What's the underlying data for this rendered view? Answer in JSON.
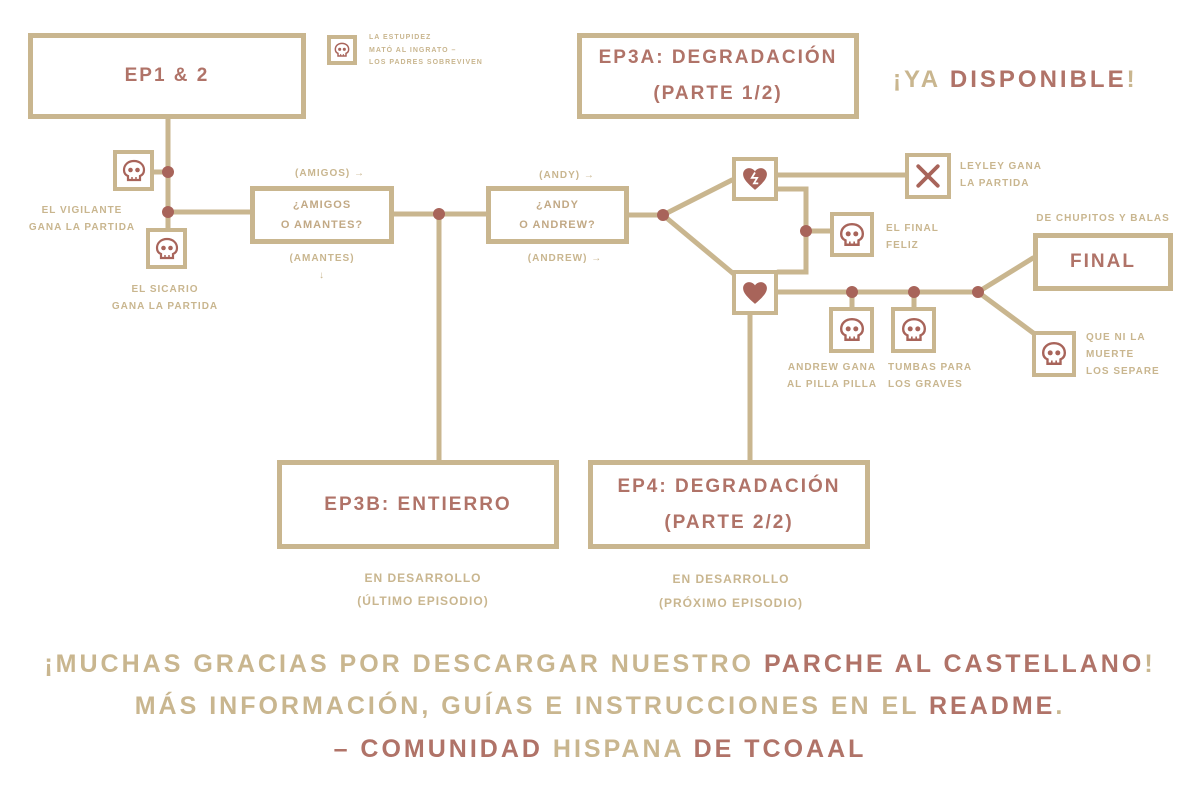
{
  "colors": {
    "line": "#c9b68f",
    "accent": "#b07368",
    "dot": "#a8645a"
  },
  "boxes": {
    "ep12": "EP1 & 2",
    "ep3a_1": "EP3A: Degradación",
    "ep3a_2": "(Parte 1/2)",
    "amigos_1": "¿Amigos",
    "amigos_2": "o amantes?",
    "andy_1": "¿Andy",
    "andy_2": "o Andrew?",
    "final": "Final",
    "ep3b": "EP3B: Entierro",
    "ep4_1": "EP4: Degradación",
    "ep4_2": "(Parte 2/2)"
  },
  "available": {
    "pre": "¡Ya ",
    "word": "Disponible",
    "post": "!"
  },
  "labels": {
    "stupidity": [
      "La estupidez",
      "mató al ingrato –",
      "los padres sobreviven"
    ],
    "vigilante": [
      "El vigilante",
      "gana la partida"
    ],
    "sicario": [
      "El sicario",
      "gana la partida"
    ],
    "amigos_arrow": "(Amigos) →",
    "amantes_arrow": [
      "(Amantes)",
      "↓"
    ],
    "andy_arrow": "(Andy) →",
    "andrew_arrow": "(Andrew) →",
    "leyley": [
      "Leyley gana",
      "la partida"
    ],
    "final_feliz": [
      "El final",
      "feliz"
    ],
    "pilla": [
      "Andrew gana",
      "al pilla pilla"
    ],
    "tumbas": [
      "Tumbas para",
      "los graves"
    ],
    "chupitos": "De chupitos y balas",
    "muerte": [
      "Que ni la",
      "muerte",
      "los separe"
    ],
    "ep3b_status": [
      "En desarrollo",
      "(último episodio)"
    ],
    "ep4_status": [
      "En desarrollo",
      "(próximo episodio)"
    ]
  },
  "footer": {
    "line1": {
      "a": "¡Muchas gracias por descargar nuestro ",
      "b": "parche al castellano",
      "c": "!"
    },
    "line2": {
      "a": "Más información, guías e instrucciones en el ",
      "b": "README",
      "c": "."
    },
    "line3": {
      "a": "– Comunidad ",
      "b": "Hispana",
      "c": " de TCOAAL"
    }
  }
}
